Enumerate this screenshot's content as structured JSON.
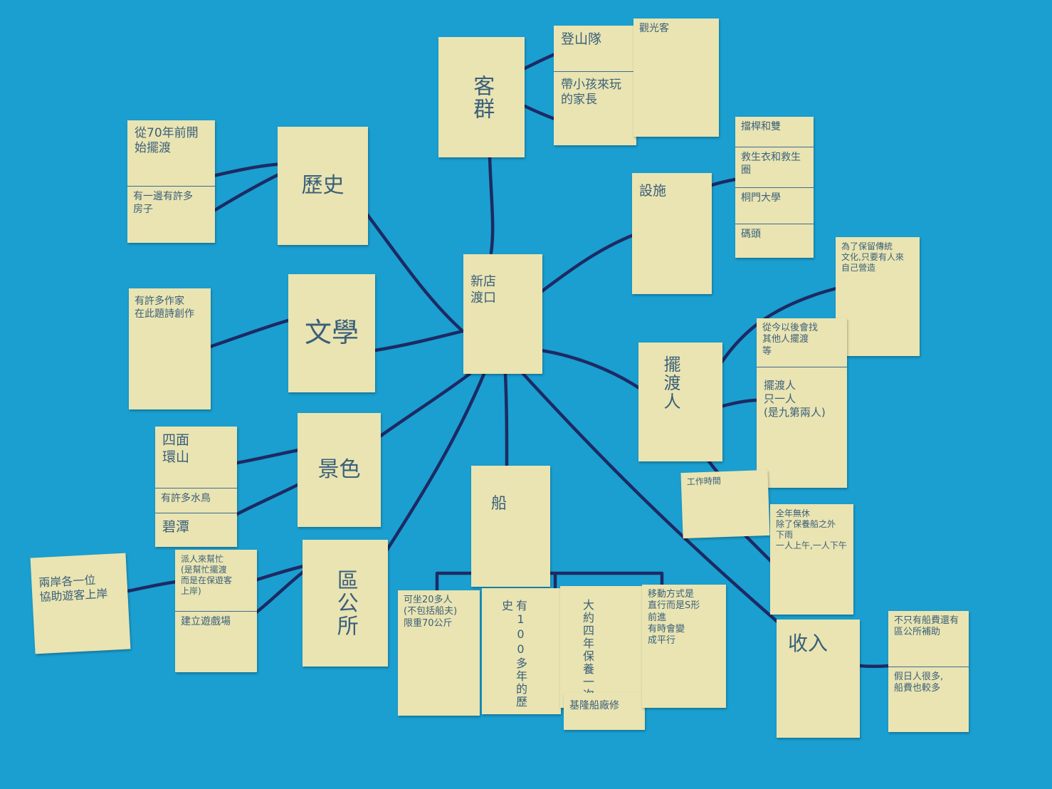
{
  "center": {
    "label": "新店\n渡口"
  },
  "customers": {
    "topic": "客群",
    "group1": "登山隊",
    "group2": "帶小孩來玩\n的家長",
    "group3": "觀光客"
  },
  "facilities": {
    "topic": "設施",
    "items": [
      "擋桿和雙",
      "救生衣和救生\n圈",
      "桐門大學",
      "碼頭"
    ]
  },
  "history": {
    "topic": "歷史",
    "start": "從70年前開\n始擺渡",
    "shops": "有一邊有許多\n房子"
  },
  "literature": {
    "topic": "文學",
    "writers": "有許多作家\n在此題詩創作"
  },
  "scenery": {
    "topic": "景色",
    "mountains": "四面\n環山",
    "birds": "有許多水鳥",
    "pool": "碧潭"
  },
  "district_office": {
    "topic": "區公所",
    "staff": "派人來幫忙\n(是幫忙擺渡\n而是在保遊客\n上岸)",
    "lifeguard": "建立遊戲場",
    "both_banks": "兩岸各一位\n協助遊客上岸"
  },
  "ferryman": {
    "topic": "擺渡人",
    "preserve": "為了保留傳統\n文化,只要有人來\n自己營造",
    "others": "從今以後會找\n其他人擺渡\n等",
    "count": "擺渡人\n只一人\n(是九第兩人)",
    "hours": "工作時間",
    "schedule": "全年無休\n除了保養船之外\n下雨\n一人上午,一人下午"
  },
  "income": {
    "topic": "收入",
    "subsidy": "不只有船費還有\n區公所補助",
    "holiday": "假日人很多,\n船費也較多"
  },
  "boat": {
    "topic": "船",
    "capacity": "可坐20多人\n(不包括船夫)\n限重70公斤",
    "century": "有100多年的歷史",
    "maintenance": "大約四年保養一次",
    "move": "移動方式是\n直行而是S形\n前進\n有時會變\n成平行",
    "repair": "基隆船廠修"
  }
}
